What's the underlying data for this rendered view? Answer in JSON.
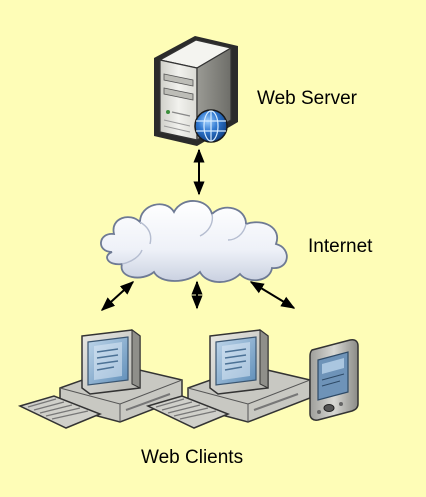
{
  "labels": {
    "server": "Web Server",
    "internet": "Internet",
    "clients": "Web Clients"
  },
  "colors": {
    "background": "#FEFDB7",
    "server_case": "#E6E6E2",
    "globe": "#1E5AA8",
    "cloud": "#F4F6FB",
    "monitor_screen": "#7FA6C9",
    "pda_screen": "#5C7FA3",
    "arrow": "#000000"
  },
  "nodes": [
    {
      "id": "web-server",
      "icon": "server-icon"
    },
    {
      "id": "internet",
      "icon": "cloud-icon"
    },
    {
      "id": "client-1",
      "icon": "desktop-computer-icon"
    },
    {
      "id": "client-2",
      "icon": "desktop-computer-icon"
    },
    {
      "id": "client-3",
      "icon": "pda-icon"
    }
  ],
  "links": [
    {
      "from": "web-server",
      "to": "internet",
      "direction": "both"
    },
    {
      "from": "internet",
      "to": "client-1",
      "direction": "both"
    },
    {
      "from": "internet",
      "to": "client-2",
      "direction": "both"
    },
    {
      "from": "internet",
      "to": "client-3",
      "direction": "both"
    }
  ]
}
